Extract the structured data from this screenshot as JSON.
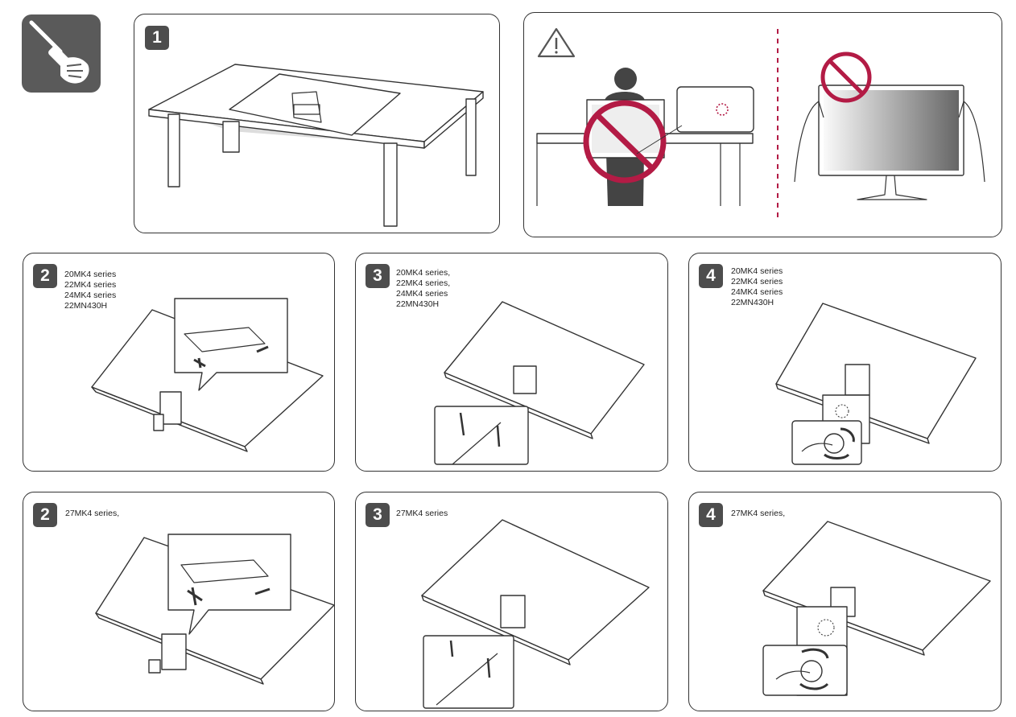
{
  "tool_icon": "screwdriver-hand-icon",
  "warning_icon": "warning-triangle-icon",
  "prohibited_icon": "prohibited-circle-icon",
  "colors": {
    "badge": "#4d4d4d",
    "prohibit": "#b31b45",
    "tool_bg": "#5a5a5a"
  },
  "steps": {
    "s1": {
      "number": "1"
    },
    "s2a": {
      "number": "2",
      "models": [
        "20MK4 series",
        "22MK4 series",
        "24MK4 series",
        "22MN430H"
      ]
    },
    "s3a": {
      "number": "3",
      "models": [
        "20MK4 series,",
        "22MK4 series,",
        "24MK4 series",
        "22MN430H"
      ]
    },
    "s4a": {
      "number": "4",
      "models": [
        "20MK4 series",
        "22MK4 series",
        "24MK4 series",
        "22MN430H"
      ]
    },
    "s2b": {
      "number": "2",
      "models": [
        "27MK4 series,"
      ]
    },
    "s3b": {
      "number": "3",
      "models": [
        "27MK4 series"
      ]
    },
    "s4b": {
      "number": "4",
      "models": [
        "27MK4 series,"
      ]
    }
  }
}
